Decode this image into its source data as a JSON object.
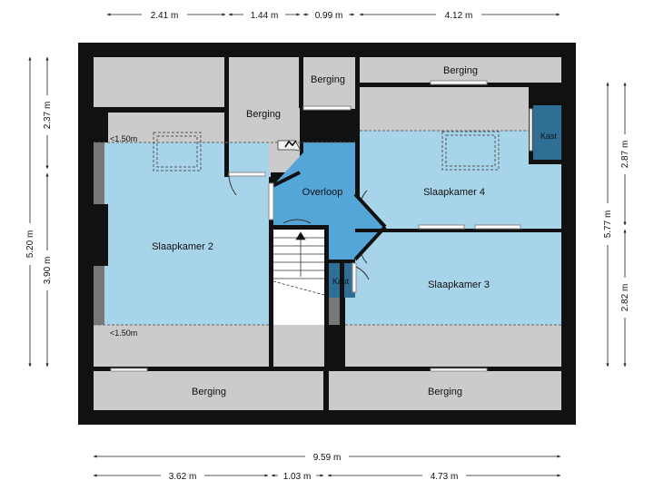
{
  "colors": {
    "wall": "#111111",
    "storage": "#cbcbcb",
    "bedroom": "#a8d4ea",
    "landing": "#55a6d8",
    "closet": "#2f6f96",
    "stairs": "#ffffff",
    "dimension": "#222222"
  },
  "rooms": {
    "berging_top_left": "",
    "berging_mid": "Berging",
    "berging_top_center": "Berging",
    "berging_top_right": "Berging",
    "berging_bottom_left": "Berging",
    "berging_bottom_right": "Berging",
    "slaapkamer2": "Slaapkamer 2",
    "slaapkamer3": "Slaapkamer 3",
    "slaapkamer4": "Slaapkamer 4",
    "overloop": "Overloop",
    "kast_right": "Kast",
    "kast_center": "Kast"
  },
  "height_markers": {
    "left_top": "<1.50m",
    "left_bottom": "<1.50m"
  },
  "icons": {
    "boiler": "water-heater-icon",
    "stairs_arrow": "arrow-up-icon"
  },
  "dimensions": {
    "top": [
      "2.41 m",
      "1.44 m",
      "0.99 m",
      "4.12 m"
    ],
    "bottom_total": "9.59 m",
    "bottom": [
      "3.62 m",
      "1.03 m",
      "4.73 m"
    ],
    "left_outer": "5.20 m",
    "left_inner": [
      "2.37 m",
      "3.90 m"
    ],
    "right_outer": "5.77 m",
    "right_inner": [
      "2.87 m",
      "2.82 m"
    ]
  }
}
